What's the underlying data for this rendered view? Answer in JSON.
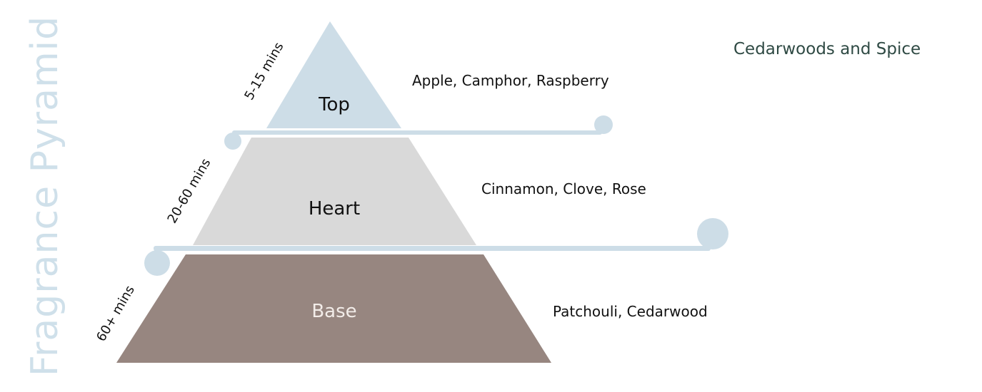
{
  "title": "Fragrance Pyramid",
  "scent_name": "Cedarwoods and Spice",
  "tiers": [
    {
      "label": "Top",
      "duration": "5-15 mins",
      "notes": "Apple, Camphor, Raspberry",
      "color": "#cddde7"
    },
    {
      "label": "Heart",
      "duration": "20-60 mins",
      "notes": "Cinnamon, Clove, Rose",
      "color": "#d9d9d9"
    },
    {
      "label": "Base",
      "duration": "60+ mins",
      "notes": "Patchouli, Cedarwood",
      "color": "#978680"
    }
  ],
  "colors": {
    "title": "#cfe0ea",
    "scroll": "#cddde7",
    "scent_name": "#2f4a44",
    "base_label": "#f2ece8"
  }
}
